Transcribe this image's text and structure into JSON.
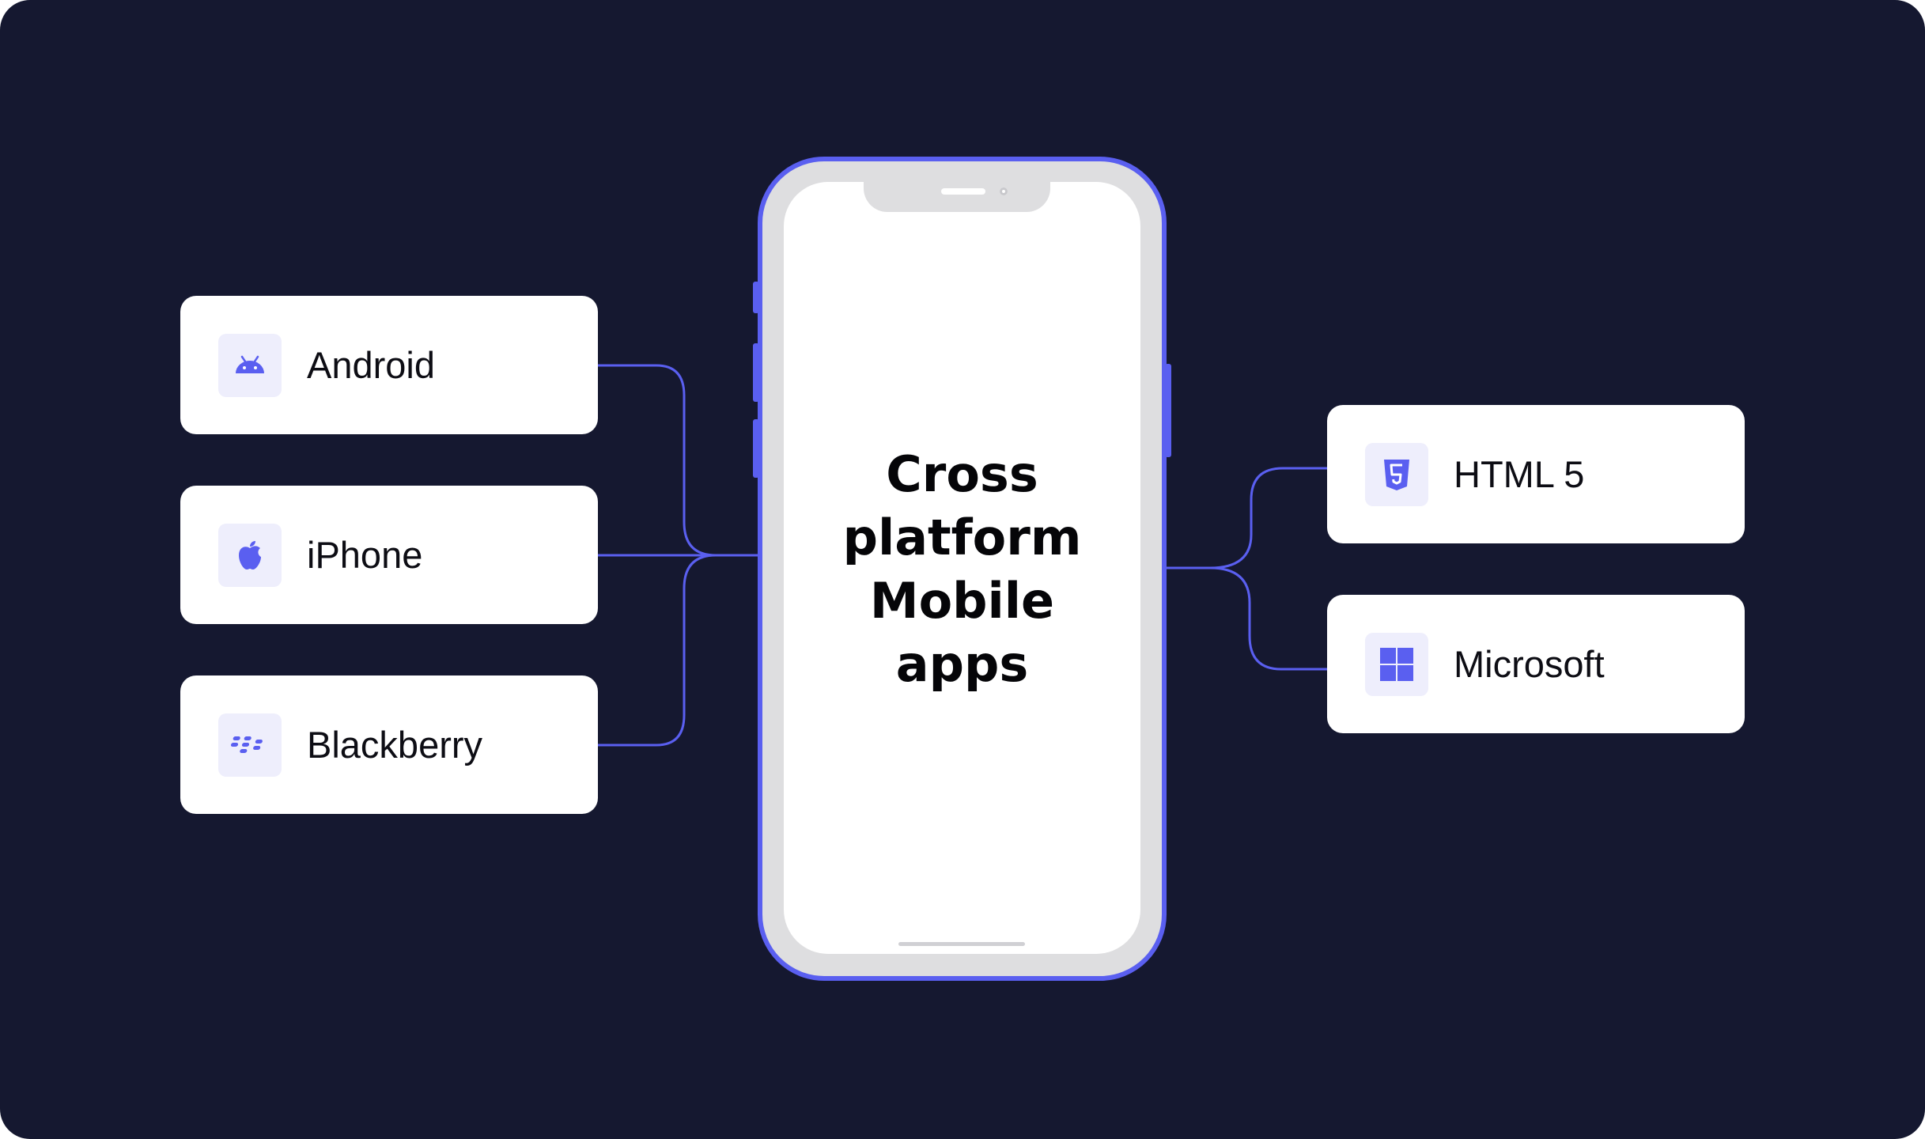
{
  "diagram": {
    "center": {
      "title_lines": [
        "Cross",
        "platform",
        "Mobile",
        "apps"
      ]
    },
    "left_platforms": [
      {
        "label": "Android",
        "icon": "android-icon"
      },
      {
        "label": "iPhone",
        "icon": "apple-icon"
      },
      {
        "label": "Blackberry",
        "icon": "blackberry-icon"
      }
    ],
    "right_platforms": [
      {
        "label": "HTML 5",
        "icon": "html5-icon"
      },
      {
        "label": "Microsoft",
        "icon": "windows-icon"
      }
    ]
  },
  "colors": {
    "background": "#151830",
    "accent": "#5a5ff0",
    "card": "#ffffff",
    "icon_tile": "#eeeefc",
    "phone_body": "#dedee0"
  }
}
